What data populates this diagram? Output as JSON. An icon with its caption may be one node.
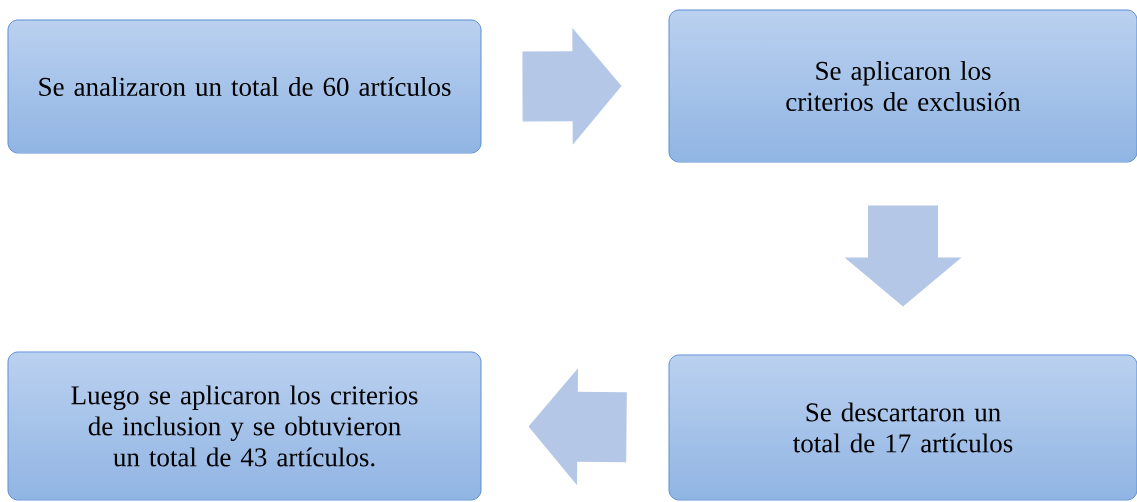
{
  "diagram": {
    "nodes": [
      {
        "text": [
          "Se analizaron un total de 60 artículos"
        ]
      },
      {
        "text": [
          "Se aplicaron los criterios de exclusión"
        ]
      },
      {
        "text": [
          "Se descartaron un total de 17 artículos"
        ]
      },
      {
        "text": [
          "Luego se aplicaron los criterios de inclusion y se obtuvieron un total de 43 artículos."
        ]
      }
    ],
    "edges": [
      {
        "from": 0,
        "to": 1,
        "arrow": "to"
      },
      {
        "from": 1,
        "to": 2,
        "arrow": "to"
      },
      {
        "from": 2,
        "to": 3,
        "arrow": "to"
      }
    ]
  }
}
